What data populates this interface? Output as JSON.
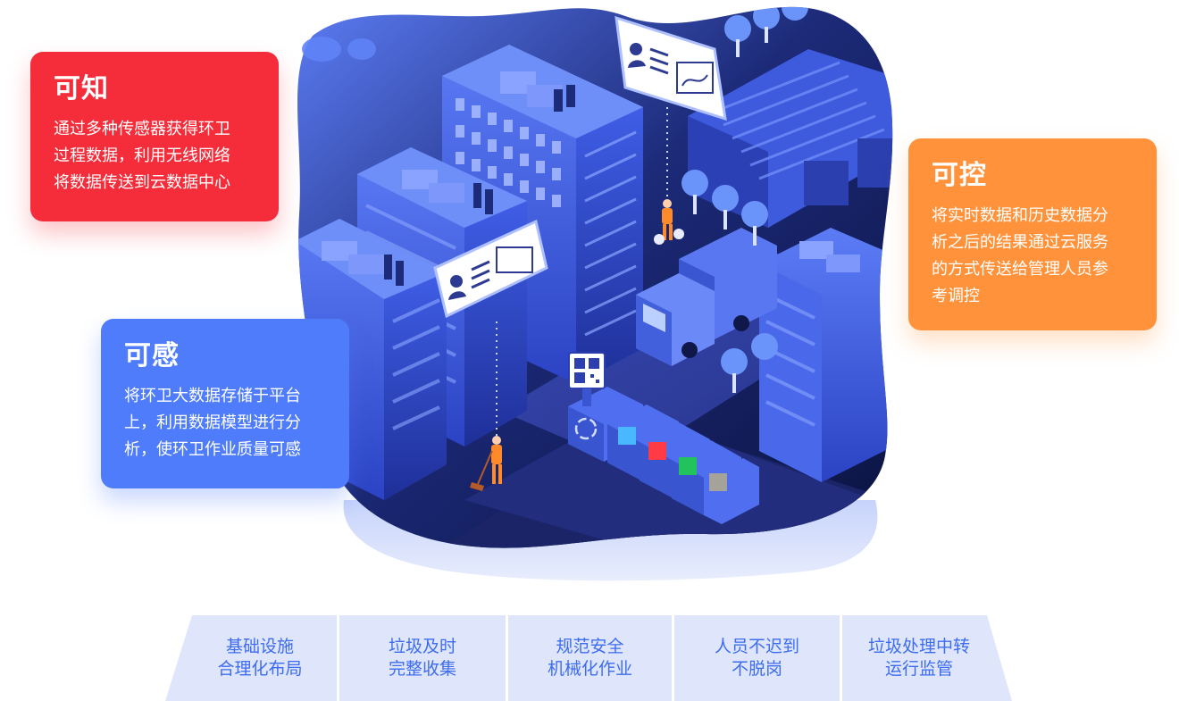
{
  "cards": {
    "know": {
      "title": "可知",
      "lines": [
        "通过多种传感器获得环卫",
        "过程数据，利用无线网络",
        "将数据传送到云数据中心"
      ],
      "color": "#f52d3a"
    },
    "sense": {
      "title": "可感",
      "lines": [
        "将环卫大数据存储于平台",
        "上，利用数据模型进行分",
        "析，使环卫作业质量可感"
      ],
      "color": "#4e7cfb"
    },
    "control": {
      "title": "可控",
      "lines": [
        "将实时数据和历史数据分",
        "析之后的结果通过云服务",
        "的方式传送给管理人员参",
        "考调控"
      ],
      "color": "#ff923a"
    }
  },
  "illustration": {
    "icons": [
      "person-id-card-icon",
      "map-card-icon",
      "recycle-icon",
      "qr-code-icon"
    ]
  },
  "features": [
    {
      "line1": "基础设施",
      "line2": "合理化布局"
    },
    {
      "line1": "垃圾及时",
      "line2": "完整收集"
    },
    {
      "line1": "规范安全",
      "line2": "机械化作业"
    },
    {
      "line1": "人员不迟到",
      "line2": "不脱岗"
    },
    {
      "line1": "垃圾处理中转",
      "line2": "运行监管"
    }
  ],
  "colors": {
    "feature_bg": "#dfe6fb",
    "feature_text": "#3d6cef",
    "scene_dark": "#0e1848",
    "scene_blue": "#4466ee"
  }
}
